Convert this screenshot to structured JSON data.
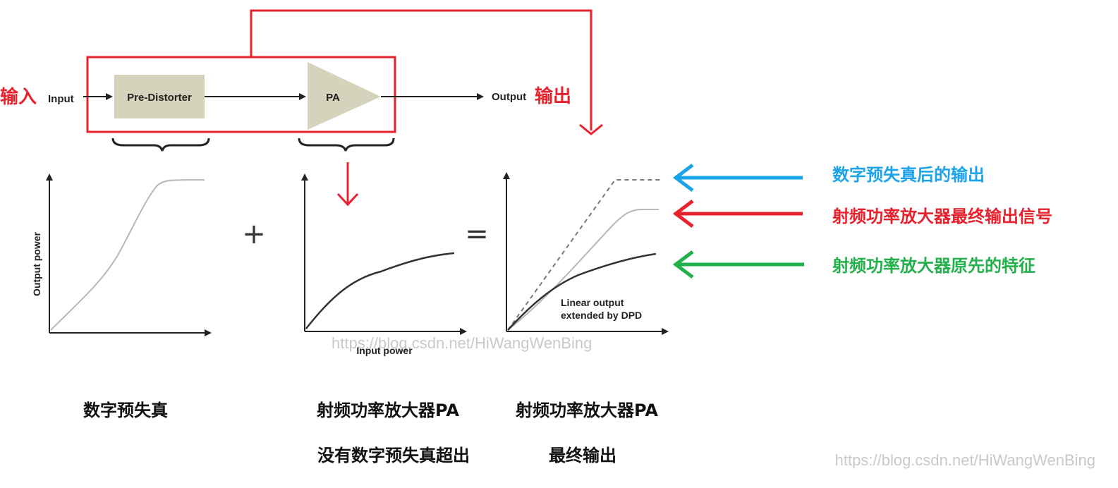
{
  "block_diagram": {
    "input_cn": "输入",
    "input_en": "Input",
    "predistorter_label": "Pre-Distorter",
    "pa_label": "PA",
    "output_en": "Output",
    "output_cn": "输出"
  },
  "graphs": {
    "ylabel": "Output power",
    "xlabel": "Input power",
    "plus_sign": "+",
    "equals_sign": "=",
    "annotation_line1": "Linear output",
    "annotation_line2": "extended by DPD"
  },
  "legend": {
    "items": [
      {
        "label": "数字预失真后的输出",
        "color": "#1aa3e8"
      },
      {
        "label": "射频功率放大器最终输出信号",
        "color": "#e8222d"
      },
      {
        "label": "射频功率放大器原先的特征",
        "color": "#22b04a"
      }
    ]
  },
  "captions": {
    "left": "数字预失真",
    "middle_line1": "射频功率放大器PA",
    "middle_line2": "没有数字预失真超出",
    "right_line1": "射频功率放大器PA",
    "right_line2": "最终输出"
  },
  "watermark": {
    "center": "https://blog.csdn.net/HiWangWenBing",
    "bottom_right": "https://blog.csdn.net/HiWangWenBing"
  },
  "colors": {
    "red": "#e8222d",
    "blue": "#1aa3e8",
    "green": "#22b04a",
    "block_fill": "#d6d3bd"
  }
}
